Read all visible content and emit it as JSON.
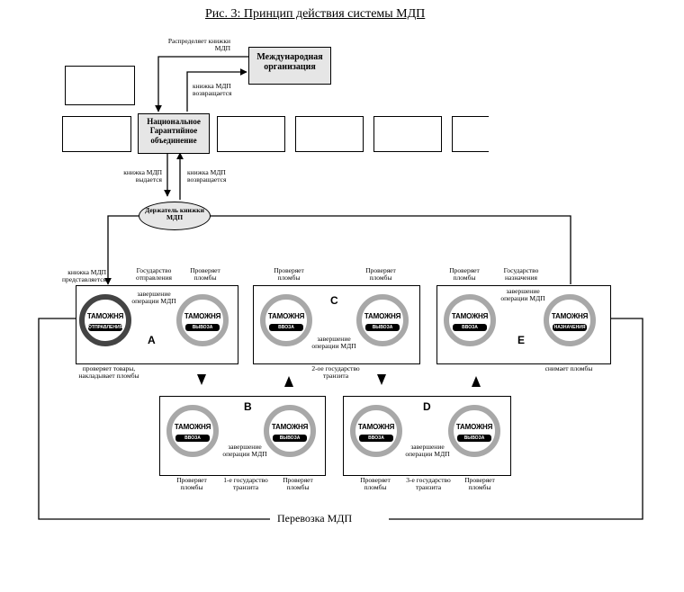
{
  "title": "Рис. 3: Принцип действия системы МДП",
  "top": {
    "distributes": "Распределяет книжки МДП",
    "intl_org": "Международная организация",
    "returned_top": "книжка МДП возвращается",
    "national_assoc": "Национальное Гарантийное объединение",
    "issued": "книжка МДП выдается",
    "returned_mid": "книжка МДП возвращается",
    "holder": "Держатель книжки МДП"
  },
  "customs_word": "ТАМОЖНЯ",
  "bars": {
    "departure": "ОТПРАВЛЕНИЯ",
    "exit": "ВЫВОЗА",
    "entry": "ВВОЗА",
    "destination": "НАЗНАЧЕНИЯ"
  },
  "letters": {
    "a": "A",
    "b": "B",
    "c": "C",
    "d": "D",
    "e": "E"
  },
  "labels": {
    "carnet_presented": "книжка МДП представляется",
    "country_departure": "Государство отправления",
    "checks_seals_a": "Проверяет пломбы",
    "completion_a": "завершение операции МДП",
    "checks_goods": "проверяет товары, накладывает пломбы",
    "checks_seals_c1": "Проверяет пломбы",
    "checks_seals_c2": "Проверяет пломбы",
    "completion_c": "завершение операции МДП",
    "second_transit": "2-ое государство транзита",
    "checks_seals_e": "Проверяет пломбы",
    "country_destination": "Государство назначения",
    "completion_e": "завершение операции МДП",
    "removes_seals": "снимает пломбы",
    "completion_b": "завершение операции МДП",
    "checks_seals_b1": "Проверяет пломбы",
    "first_transit": "1-е государство транзита",
    "checks_seals_b2": "Проверяет пломбы",
    "completion_d": "завершение операции МДП",
    "checks_seals_d1": "Проверяет пломбы",
    "third_transit": "3-е государство транзита",
    "checks_seals_d2": "Проверяет пломбы",
    "transport": "Перевозка МДП"
  }
}
